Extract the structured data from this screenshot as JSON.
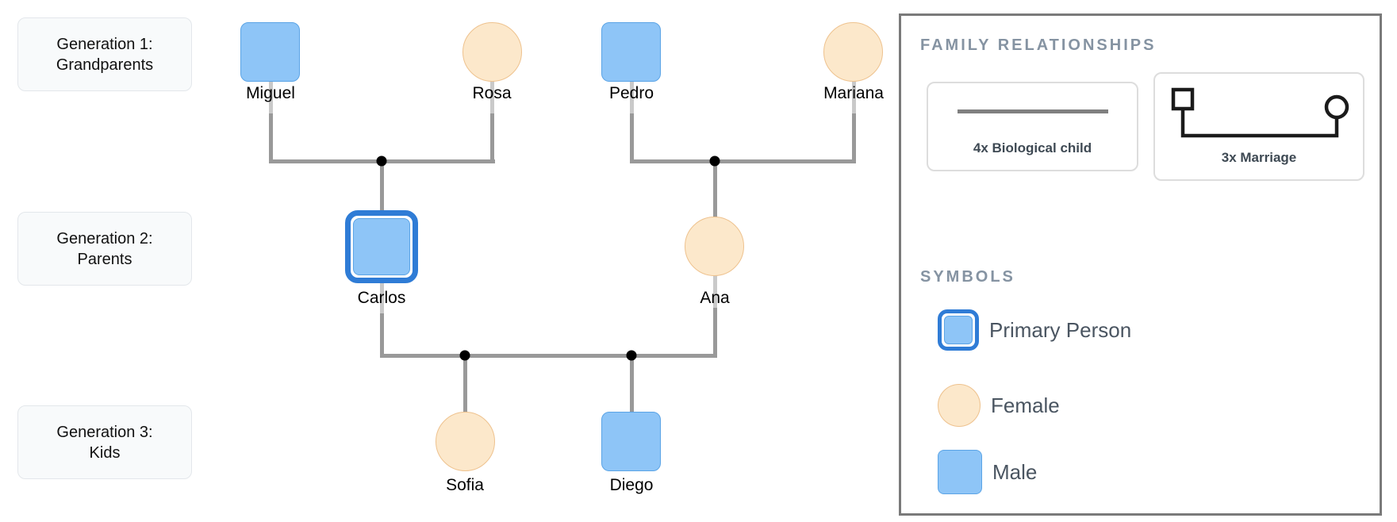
{
  "generations": [
    {
      "label_line1": "Generation 1:",
      "label_line2": "Grandparents"
    },
    {
      "label_line1": "Generation 2:",
      "label_line2": "Parents"
    },
    {
      "label_line1": "Generation 3:",
      "label_line2": "Kids"
    }
  ],
  "people": [
    {
      "name": "Miguel",
      "sex": "male",
      "generation": 1,
      "primary": false
    },
    {
      "name": "Rosa",
      "sex": "female",
      "generation": 1,
      "primary": false
    },
    {
      "name": "Pedro",
      "sex": "male",
      "generation": 1,
      "primary": false
    },
    {
      "name": "Mariana",
      "sex": "female",
      "generation": 1,
      "primary": false
    },
    {
      "name": "Carlos",
      "sex": "male",
      "generation": 2,
      "primary": true
    },
    {
      "name": "Ana",
      "sex": "female",
      "generation": 2,
      "primary": false
    },
    {
      "name": "Sofia",
      "sex": "female",
      "generation": 3,
      "primary": false
    },
    {
      "name": "Diego",
      "sex": "male",
      "generation": 3,
      "primary": false
    }
  ],
  "relationships": {
    "marriages": [
      [
        "Miguel",
        "Rosa"
      ],
      [
        "Pedro",
        "Mariana"
      ],
      [
        "Carlos",
        "Ana"
      ]
    ],
    "biological_children": [
      {
        "child": "Carlos",
        "parents": [
          "Miguel",
          "Rosa"
        ]
      },
      {
        "child": "Ana",
        "parents": [
          "Pedro",
          "Mariana"
        ]
      },
      {
        "child": "Sofia",
        "parents": [
          "Carlos",
          "Ana"
        ]
      },
      {
        "child": "Diego",
        "parents": [
          "Carlos",
          "Ana"
        ]
      }
    ]
  },
  "legend": {
    "relationships_heading": "FAMILY RELATIONSHIPS",
    "relationship_cards": [
      {
        "label": "4x Biological child",
        "symbol": "gray-line"
      },
      {
        "label": "3x Marriage",
        "symbol": "square-circle-connector"
      }
    ],
    "symbols_heading": "SYMBOLS",
    "symbol_items": [
      {
        "label": "Primary Person",
        "symbol": "primary-square"
      },
      {
        "label": "Female",
        "symbol": "female-circle"
      },
      {
        "label": "Male",
        "symbol": "male-square"
      }
    ]
  },
  "colors": {
    "male_fill": "#8EC5F7",
    "male_border": "#5BA4E6",
    "female_fill": "#FCE8CB",
    "female_border": "#EEC28E",
    "primary_ring": "#2F7CD6",
    "edge": "#999999",
    "edge_light": "#C9C9C9",
    "junction_dot": "#000000",
    "panel_border": "#7A7A7A",
    "heading_text": "#8593A2",
    "card_label_text": "#3E4953",
    "symbol_label_text": "#4A5561"
  }
}
